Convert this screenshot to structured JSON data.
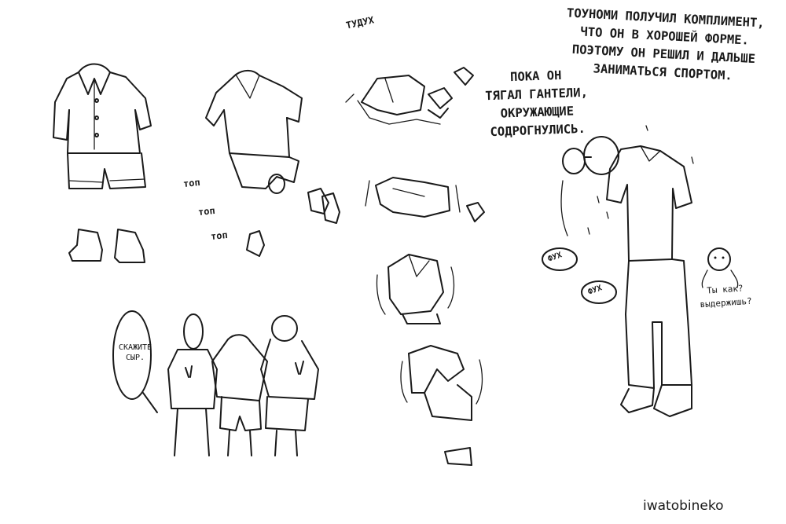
{
  "captions": {
    "main": "ТОУНОМИ ПОЛУЧИЛ КОМПЛИМЕНТ,\nЧТО ОН В ХОРОШЕЙ ФОРМЕ.\nПОЭТОМУ ОН РЕШИЛ И ДАЛЬШЕ\nЗАНИМАТЬСЯ СПОРТОМ.",
    "gym": "ПОКА ОН\nТЯГАЛ ГАНТЕЛИ,\nОКРУЖАЮЩИЕ\nСОДРОГНУЛИСЬ.",
    "say_cheese": "СКАЖИТЕ\nСЫР.",
    "sfx_thud": "ТУДУХ",
    "sfx_step_1": "топ",
    "sfx_step_2": "топ",
    "sfx_step_3": "топ",
    "sfx_puff_1": "ФУХ",
    "sfx_puff_2": "ФУХ",
    "are_you_ok": "Ты как?\nвыдержишь?"
  },
  "credit": {
    "watermark": "iwatobineko"
  }
}
